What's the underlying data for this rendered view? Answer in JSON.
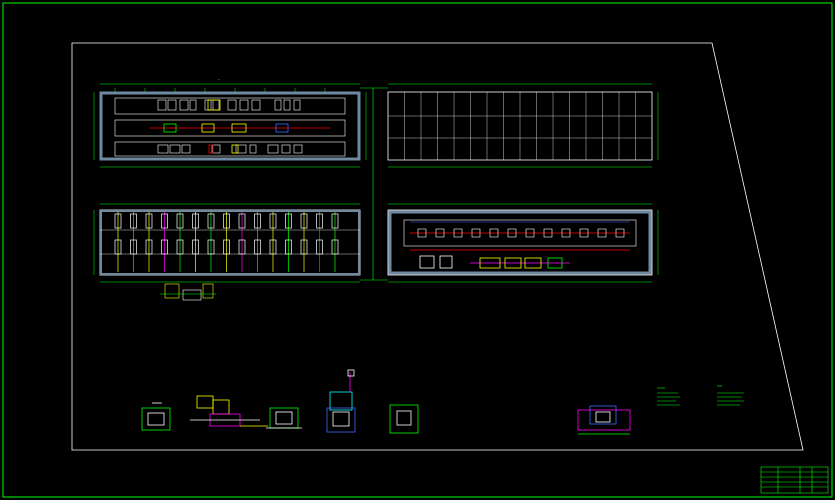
{
  "drawing": {
    "background": "#000000",
    "frame_color": "#00ff00",
    "line_color": "#ffffff",
    "accent_colors": {
      "yellow": "#ffff00",
      "magenta": "#ff00ff",
      "cyan": "#00ffff",
      "red": "#ff0000",
      "blue": "#3a6bff"
    },
    "views": [
      {
        "name": "top-left-floor-plan",
        "kind": "equipment-plan"
      },
      {
        "name": "top-right-roof-plan",
        "kind": "grid-plan"
      },
      {
        "name": "bottom-left-column-plan",
        "kind": "column-plan"
      },
      {
        "name": "bottom-right-piping-plan",
        "kind": "piping-plan"
      }
    ],
    "details": [
      {
        "name": "detail-1"
      },
      {
        "name": "detail-2"
      },
      {
        "name": "detail-3"
      },
      {
        "name": "detail-4"
      },
      {
        "name": "detail-5"
      },
      {
        "name": "detail-6"
      }
    ],
    "notes_blocks": 2,
    "title_block": {
      "rows": 5
    }
  }
}
